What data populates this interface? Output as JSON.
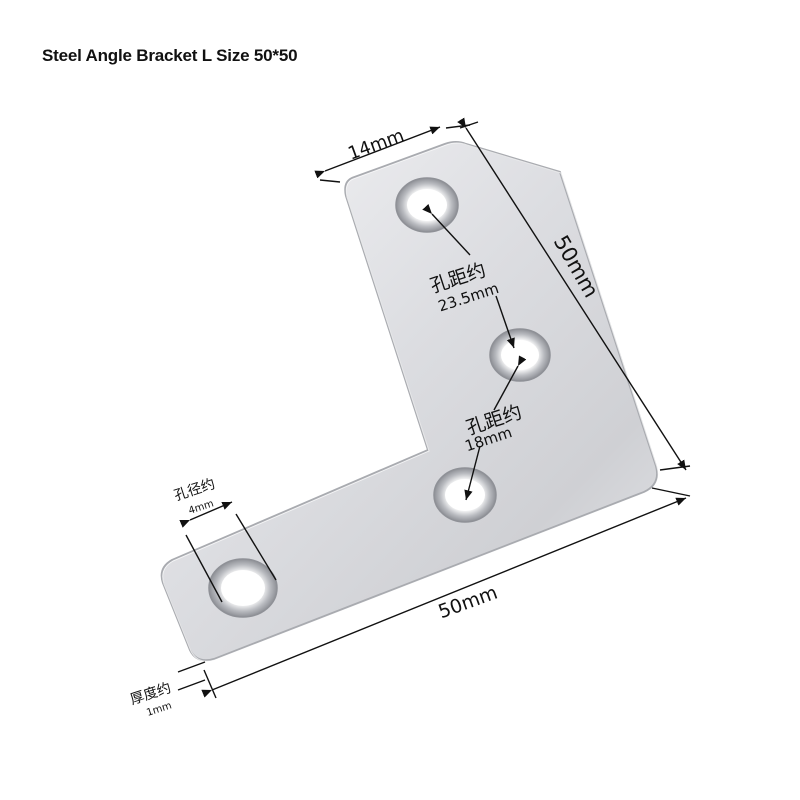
{
  "title": "Steel Angle Bracket L Size 50*50",
  "dimensions": {
    "arm_width": "14mm",
    "right_length": "50mm",
    "bottom_length": "50mm",
    "hole_spacing_1_label": "孔距约",
    "hole_spacing_1_value": "23.5mm",
    "hole_spacing_2_label": "孔距约",
    "hole_spacing_2_value": "18mm",
    "hole_diameter_label": "孔径约",
    "hole_diameter_value": "4mm",
    "thickness_label": "厚度约",
    "thickness_value": "1mm"
  },
  "colors": {
    "steel": "#d9dade",
    "steel_edge": "#a9abb0",
    "dimension_line": "#111111"
  }
}
